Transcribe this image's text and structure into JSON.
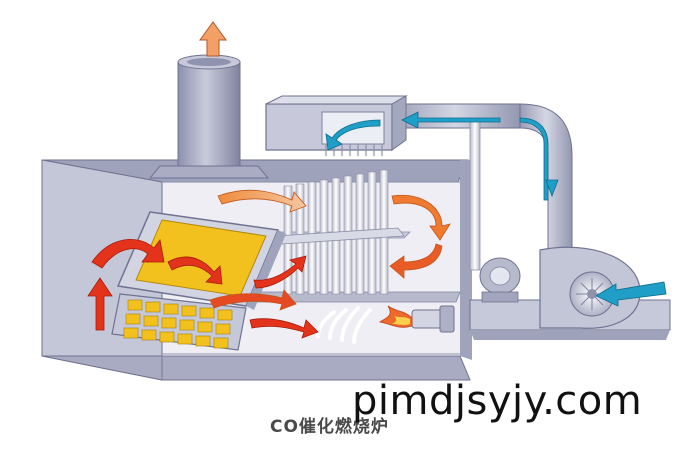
{
  "diagram": {
    "caption": "CO催化燃烧炉",
    "watermark": "pimdjsyjy.com"
  },
  "colors": {
    "housing": "#b9bccf",
    "housing_dark": "#8e92ab",
    "interior": "#f1f1f5",
    "catalyst_bed": "#f2c11d",
    "hot_flow_arrow": "#e3331b",
    "warm_flow_arrow": "#f08a3a",
    "cool_flow_arrow": "#1f9fc8",
    "exhaust_arrow": "#f0a167"
  },
  "icons": [
    "exhaust-up-arrow",
    "burner-flame",
    "blower-inlet-arrow"
  ]
}
